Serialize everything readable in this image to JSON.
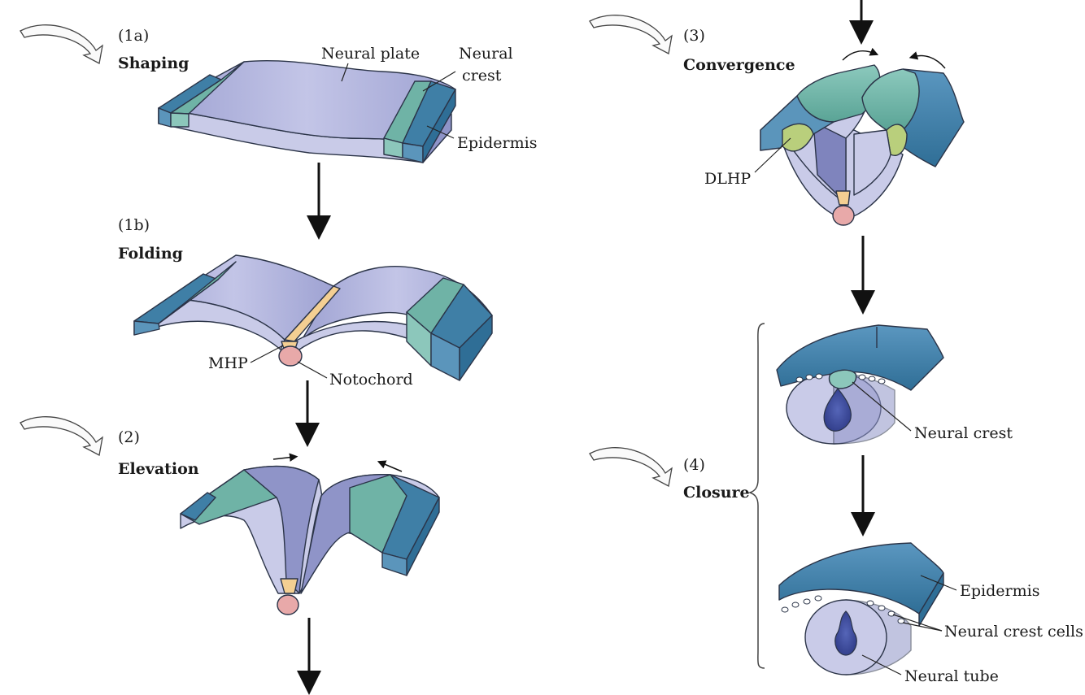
{
  "stages": {
    "s1a": {
      "step": "(1a)",
      "title": "Shaping"
    },
    "s1b": {
      "step": "(1b)",
      "title": "Folding"
    },
    "s2": {
      "step": "(2)",
      "title": "Elevation"
    },
    "s3": {
      "step": "(3)",
      "title": "Convergence"
    },
    "s4": {
      "step": "(4)",
      "title": "Closure"
    }
  },
  "labels": {
    "neural_plate": "Neural plate",
    "neural_crest_line1": "Neural",
    "neural_crest_line2": "crest",
    "epidermis_1a": "Epidermis",
    "mhp": "MHP",
    "notochord": "Notochord",
    "dlhp": "DLHP",
    "neural_crest_4": "Neural crest",
    "epidermis_4": "Epidermis",
    "neural_crest_cells": "Neural crest cells",
    "neural_tube": "Neural tube"
  },
  "colors": {
    "neural_plate": "#a9acd6",
    "neural_plate_dark": "#7f84bd",
    "neural_plate_side": "#c8cae6",
    "neural_crest": "#6fb3a6",
    "neural_crest_side": "#8cc7bb",
    "epidermis": "#3f7fa6",
    "epidermis_side": "#5b95bb",
    "midline_hinge": "#f4cf92",
    "dlhp": "#b9cf7c",
    "notochord": "#e8a9a9",
    "neural_tube_lumen": "#3b4a9c"
  }
}
